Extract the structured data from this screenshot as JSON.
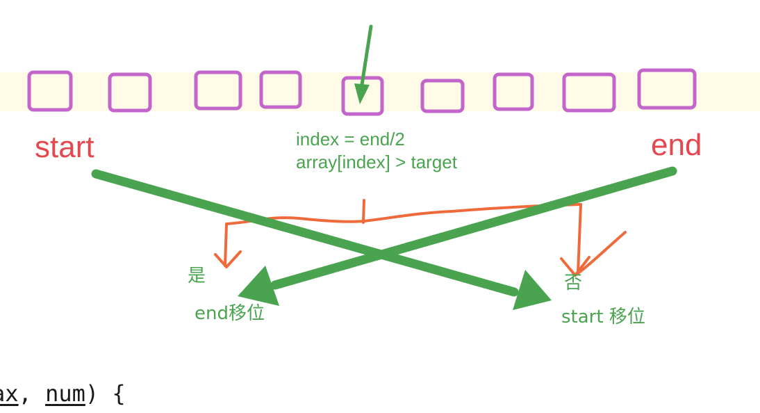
{
  "labels": {
    "start": "start",
    "end": "end",
    "index_formula": "index = end/2",
    "condition": "array[index] > target",
    "yes": "是",
    "no": "否",
    "yes_action": "end移位",
    "no_action": "start 移位"
  },
  "code": {
    "prefix": "ax",
    "sep": ", ",
    "param": "num",
    "suffix": ") {"
  },
  "colors": {
    "band": "#fffbe6",
    "cells": "#c266cc",
    "green": "#4aa44f",
    "orange": "#ee6a3a",
    "red_label": "#e5474f"
  }
}
